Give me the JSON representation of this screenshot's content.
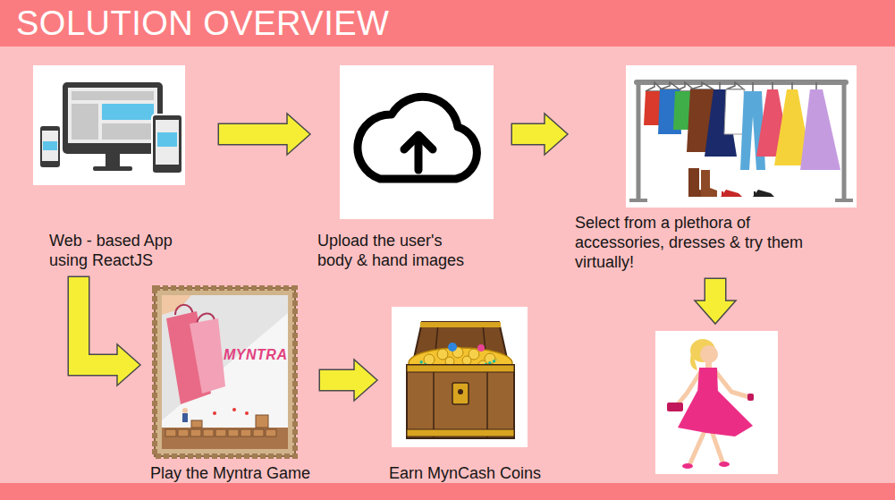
{
  "diagram": {
    "title": "SOLUTION OVERVIEW",
    "nodes": [
      {
        "text": [
          "Web - based App using ReactJS"
        ]
      },
      {
        "text": [
          "Upload the user's body & hand images"
        ]
      },
      {
        "text": [
          "Select from a plethora of accessories, dresses & try them virtually!"
        ]
      },
      {
        "text": [
          "Play the Myntra Game"
        ]
      },
      {
        "text": [
          "Earn MynCash Coins"
        ]
      },
      {
        "text": []
      }
    ],
    "edges": [
      {
        "from": 0,
        "to": 1,
        "arrow": "to"
      },
      {
        "from": 1,
        "to": 2,
        "arrow": "to"
      },
      {
        "from": 2,
        "to": 5,
        "arrow": "to"
      },
      {
        "from": 0,
        "to": 3,
        "arrow": "to"
      },
      {
        "from": 3,
        "to": 4,
        "arrow": "to"
      }
    ],
    "labels": [
      "MYNTRA"
    ]
  }
}
